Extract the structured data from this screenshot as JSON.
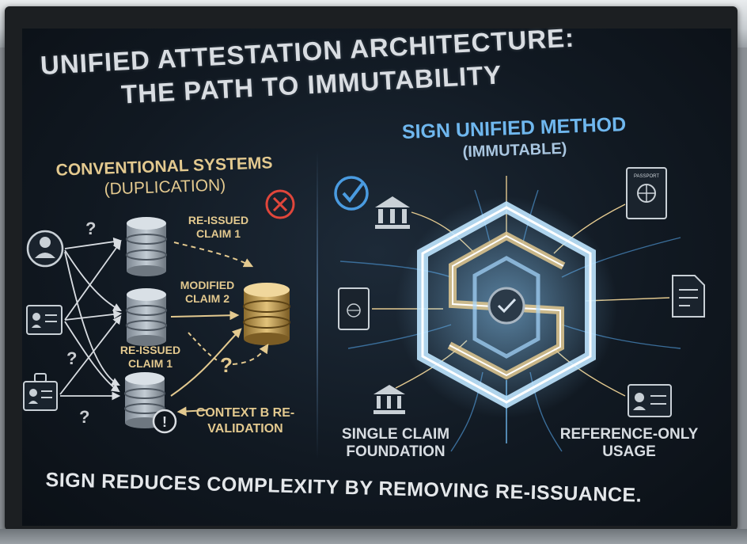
{
  "title_line1": "UNIFIED ATTESTATION ARCHITECTURE:",
  "title_line2": "THE PATH TO IMMUTABILITY",
  "left_panel": {
    "heading": "CONVENTIONAL SYSTEMS",
    "subheading": "(DUPLICATION)",
    "labels": {
      "reissued_top": "RE-ISSUED CLAIM 1",
      "modified": "MODIFIED CLAIM 2",
      "reissued_mid": "RE-ISSUED CLAIM 1",
      "context": "CONTEXT B RE-VALIDATION"
    },
    "question_mark": "?",
    "alert_mark": "!"
  },
  "right_panel": {
    "heading": "SIGN UNIFIED METHOD",
    "subheading": "(IMMUTABLE)",
    "label_single": "SINGLE CLAIM FOUNDATION",
    "label_reference": "REFERENCE-ONLY USAGE",
    "passport_text": "PASSPORT"
  },
  "footer": "SIGN REDUCES COMPLEXITY BY REMOVING RE-ISSUANCE.",
  "colors": {
    "gold": "#e3c98f",
    "blue": "#6fb7ee",
    "red": "#e0463b"
  }
}
